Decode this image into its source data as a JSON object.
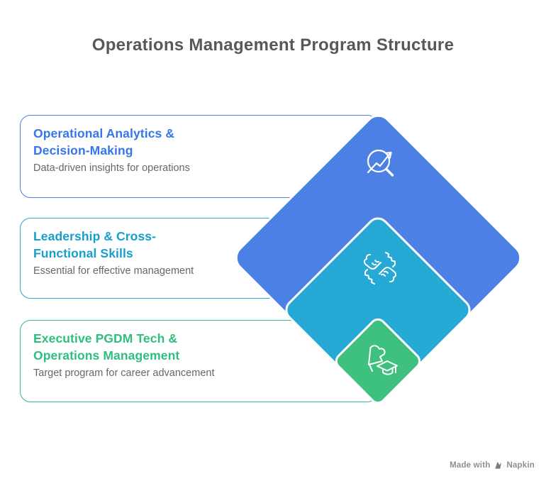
{
  "title": "Operations Management Program Structure",
  "cards": [
    {
      "id": "operational-analytics",
      "heading_lines": [
        "Operational Analytics &",
        "Decision-Making"
      ],
      "subtitle": "Data-driven insights for operations",
      "accent_color": "#3577E9",
      "border_color": "#4C80E4"
    },
    {
      "id": "leadership-skills",
      "heading_lines": [
        "Leadership & Cross-",
        "Functional Skills"
      ],
      "subtitle": "Essential for effective management",
      "accent_color": "#159FCD",
      "border_color": "#27A9D5"
    },
    {
      "id": "executive-pgdm",
      "heading_lines": [
        "Executive PGDM Tech &",
        "Operations Management"
      ],
      "subtitle": "Target program for career advancement",
      "accent_color": "#2EBE7D",
      "border_color": "#2EBE7D"
    }
  ],
  "diamonds": [
    {
      "level": 1,
      "icon": "analytics-magnifier-icon",
      "color": "#4C80E4"
    },
    {
      "level": 2,
      "icon": "handshake-gears-icon",
      "color": "#27A9D5"
    },
    {
      "level": 3,
      "icon": "flag-graduation-cap-icon",
      "color": "#3EC07E"
    }
  ],
  "colors": {
    "title_text": "#57585B",
    "subtitle_text": "#65676A",
    "background": "#FFFFFF",
    "icon_stroke": "#FFFFFF",
    "badge_text": "#8E8E8E"
  },
  "badge": {
    "made_with": "Made with",
    "brand": "Napkin"
  }
}
